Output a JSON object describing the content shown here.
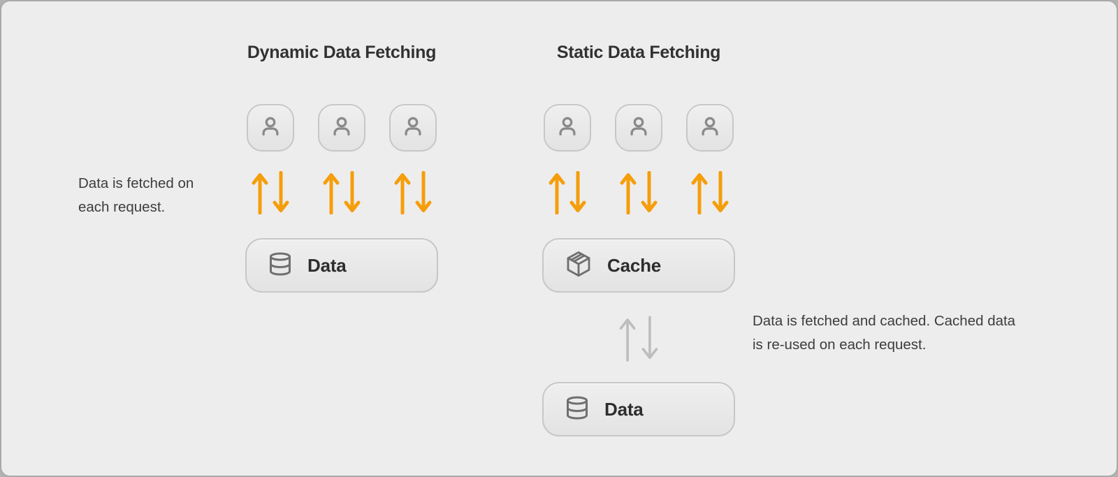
{
  "diagram": {
    "left": {
      "title": "Dynamic Data Fetching",
      "caption": "Data is fetched on each request.",
      "users_count": "3",
      "data_box_label": "Data"
    },
    "right": {
      "title": "Static Data Fetching",
      "caption": "Data is fetched and cached. Cached data is re-used on each request.",
      "users_count": "3",
      "cache_box_label": "Cache",
      "data_box_label": "Data"
    },
    "icons": {
      "user": "user-icon",
      "database": "database-icon",
      "package": "package-icon",
      "arrow_up": "arrow-up-icon",
      "arrow_down": "arrow-down-icon"
    },
    "colors": {
      "arrow_active": "#F59E0B",
      "arrow_inactive": "#BDBDBD",
      "canvas_bg": "#EDEDED",
      "card_border": "#A9A9A9",
      "node_border": "#C7C7C7",
      "title_text": "#323232",
      "caption_text": "#3D3D3D",
      "label_text": "#2D2D2D"
    }
  }
}
